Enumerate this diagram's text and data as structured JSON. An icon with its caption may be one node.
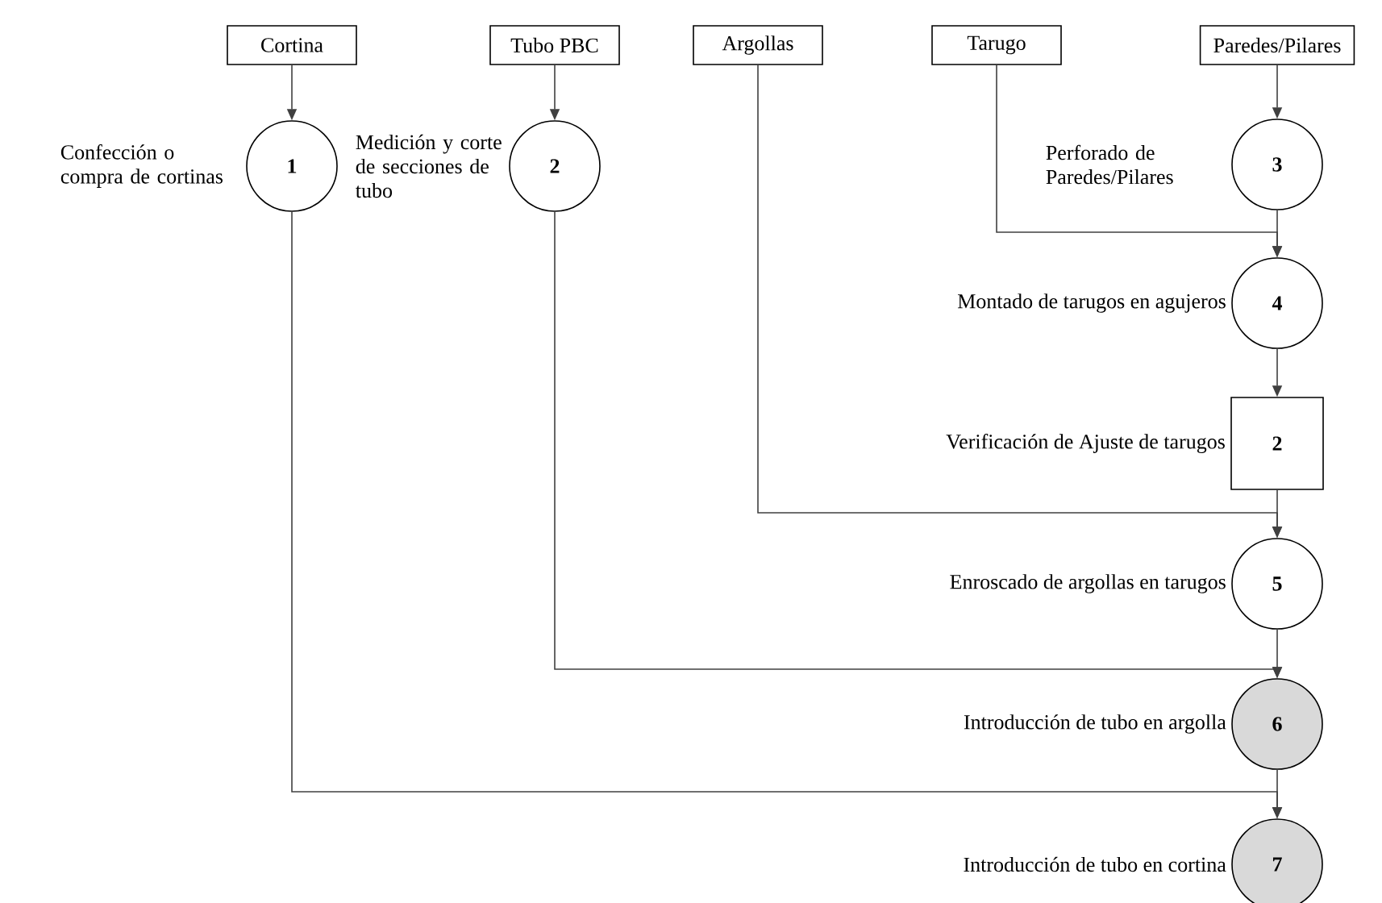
{
  "diagram": {
    "nodes": [
      {
        "text": [
          "Cortina"
        ]
      },
      {
        "text": [
          "Tubo PBC"
        ]
      },
      {
        "text": [
          "Argollas"
        ]
      },
      {
        "text": [
          "Tarugo"
        ]
      },
      {
        "text": [
          "Paredes/Pilares"
        ]
      },
      {
        "text": [
          "1"
        ],
        "beside": [
          "Confección o compra de cortinas"
        ]
      },
      {
        "text": [
          "2"
        ],
        "beside": [
          "Medición y corte de secciones de tubo"
        ]
      },
      {
        "text": [
          "3"
        ],
        "beside": [
          "Perforado de Paredes/Pilares"
        ]
      },
      {
        "text": [
          "4"
        ],
        "beside": [
          "Montado de tarugos en agujeros"
        ]
      },
      {
        "text": [
          "2"
        ],
        "beside": [
          "Verificación de Ajuste de tarugos"
        ]
      },
      {
        "text": [
          "5"
        ],
        "beside": [
          "Enroscado de argollas en tarugos"
        ]
      },
      {
        "text": [
          "6"
        ],
        "beside": [
          "Introducción de tubo en argolla"
        ]
      },
      {
        "text": [
          "7"
        ],
        "beside": [
          "Introducción de tubo en cortina"
        ]
      }
    ],
    "edges": [
      {
        "from": 0,
        "to": 5,
        "arrow": "to"
      },
      {
        "from": 1,
        "to": 6,
        "arrow": "to"
      },
      {
        "from": 4,
        "to": 7,
        "arrow": "to"
      },
      {
        "from": 7,
        "to": 8,
        "arrow": "to"
      },
      {
        "from": 3,
        "to": 8,
        "arrow": "to"
      },
      {
        "from": 8,
        "to": 9,
        "arrow": "to"
      },
      {
        "from": 9,
        "to": 10,
        "arrow": "to"
      },
      {
        "from": 2,
        "to": 10,
        "arrow": "to"
      },
      {
        "from": 10,
        "to": 11,
        "arrow": "to"
      },
      {
        "from": 6,
        "to": 11,
        "arrow": "to"
      },
      {
        "from": 11,
        "to": 12,
        "arrow": "to"
      },
      {
        "from": 5,
        "to": 12,
        "arrow": "to"
      }
    ]
  }
}
